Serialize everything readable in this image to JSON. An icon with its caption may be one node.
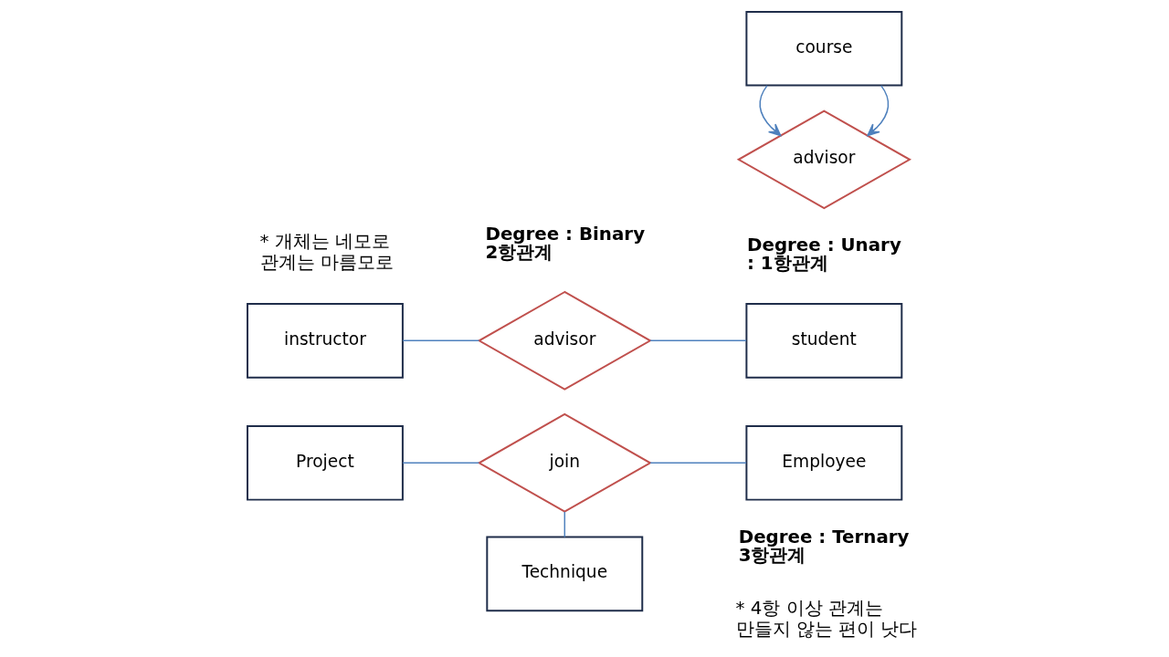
{
  "diagram": {
    "nodes": [
      {
        "text": [
          "instructor"
        ]
      },
      {
        "text": [
          "advisor"
        ]
      },
      {
        "text": [
          "student"
        ]
      },
      {
        "text": [
          "Project"
        ]
      },
      {
        "text": [
          "join"
        ]
      },
      {
        "text": [
          "Employee"
        ]
      },
      {
        "text": [
          "Technique"
        ]
      },
      {
        "text": [
          "course"
        ]
      },
      {
        "text": [
          "advisor"
        ]
      }
    ],
    "edges": [
      {
        "from": 0,
        "to": 1,
        "arrow": "none"
      },
      {
        "from": 1,
        "to": 2,
        "arrow": "none"
      },
      {
        "from": 3,
        "to": 4,
        "arrow": "none"
      },
      {
        "from": 4,
        "to": 5,
        "arrow": "none"
      },
      {
        "from": 4,
        "to": 6,
        "arrow": "none"
      },
      {
        "from": 7,
        "to": 8,
        "arrow": "to"
      },
      {
        "from": 7,
        "to": 8,
        "arrow": "to"
      }
    ],
    "labels": [
      "* 개체는 네모로 관계는 마름모로",
      "Degree : Binary 2항관계",
      "Degree : Unary : 1항관계",
      "* 4항 이상 관계는 만들지 않는 편이 낫다",
      "Degree : Ternary 3항관계"
    ]
  }
}
